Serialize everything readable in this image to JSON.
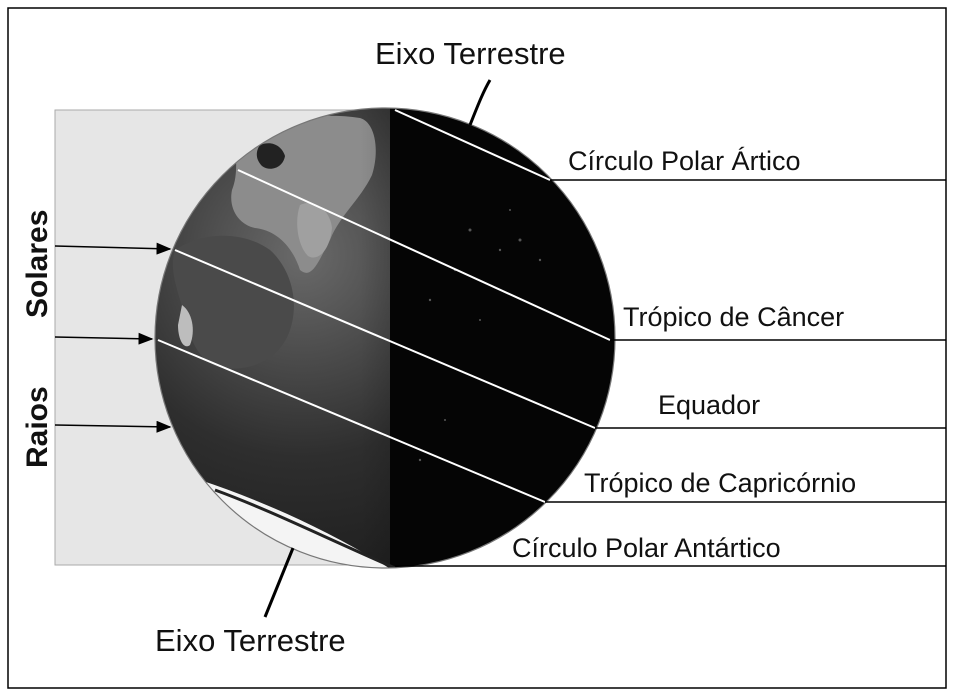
{
  "diagram": {
    "labels": {
      "axis_top": "Eixo Terrestre",
      "axis_bottom": "Eixo Terrestre",
      "arctic_circle": "Círculo Polar Ártico",
      "tropic_cancer": "Trópico de Câncer",
      "equator": "Equador",
      "tropic_capricorn": "Trópico de Capricórnio",
      "antarctic_circle": "Círculo Polar Antártico",
      "rays_word_1": "Raios",
      "rays_word_2": "Solares"
    },
    "colors": {
      "frame": "#000000",
      "sunlight_band": "#e6e6e6",
      "earth_day": "#3a3a3a",
      "earth_night": "#050505",
      "ice": "#f4f4f4",
      "latitude_lines": "#ffffff",
      "label_lines": "#000000"
    }
  }
}
